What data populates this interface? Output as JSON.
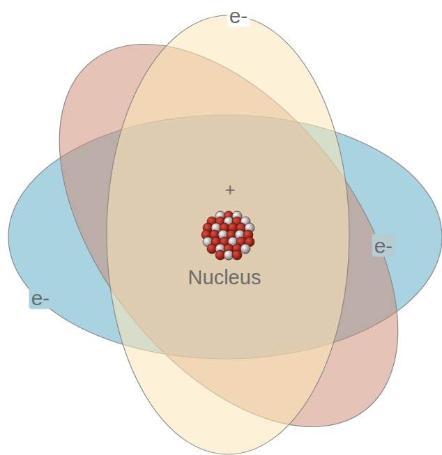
{
  "diagram": {
    "labels": [
      "e-",
      "+",
      "e-",
      "Nucleus",
      "e-"
    ]
  }
}
